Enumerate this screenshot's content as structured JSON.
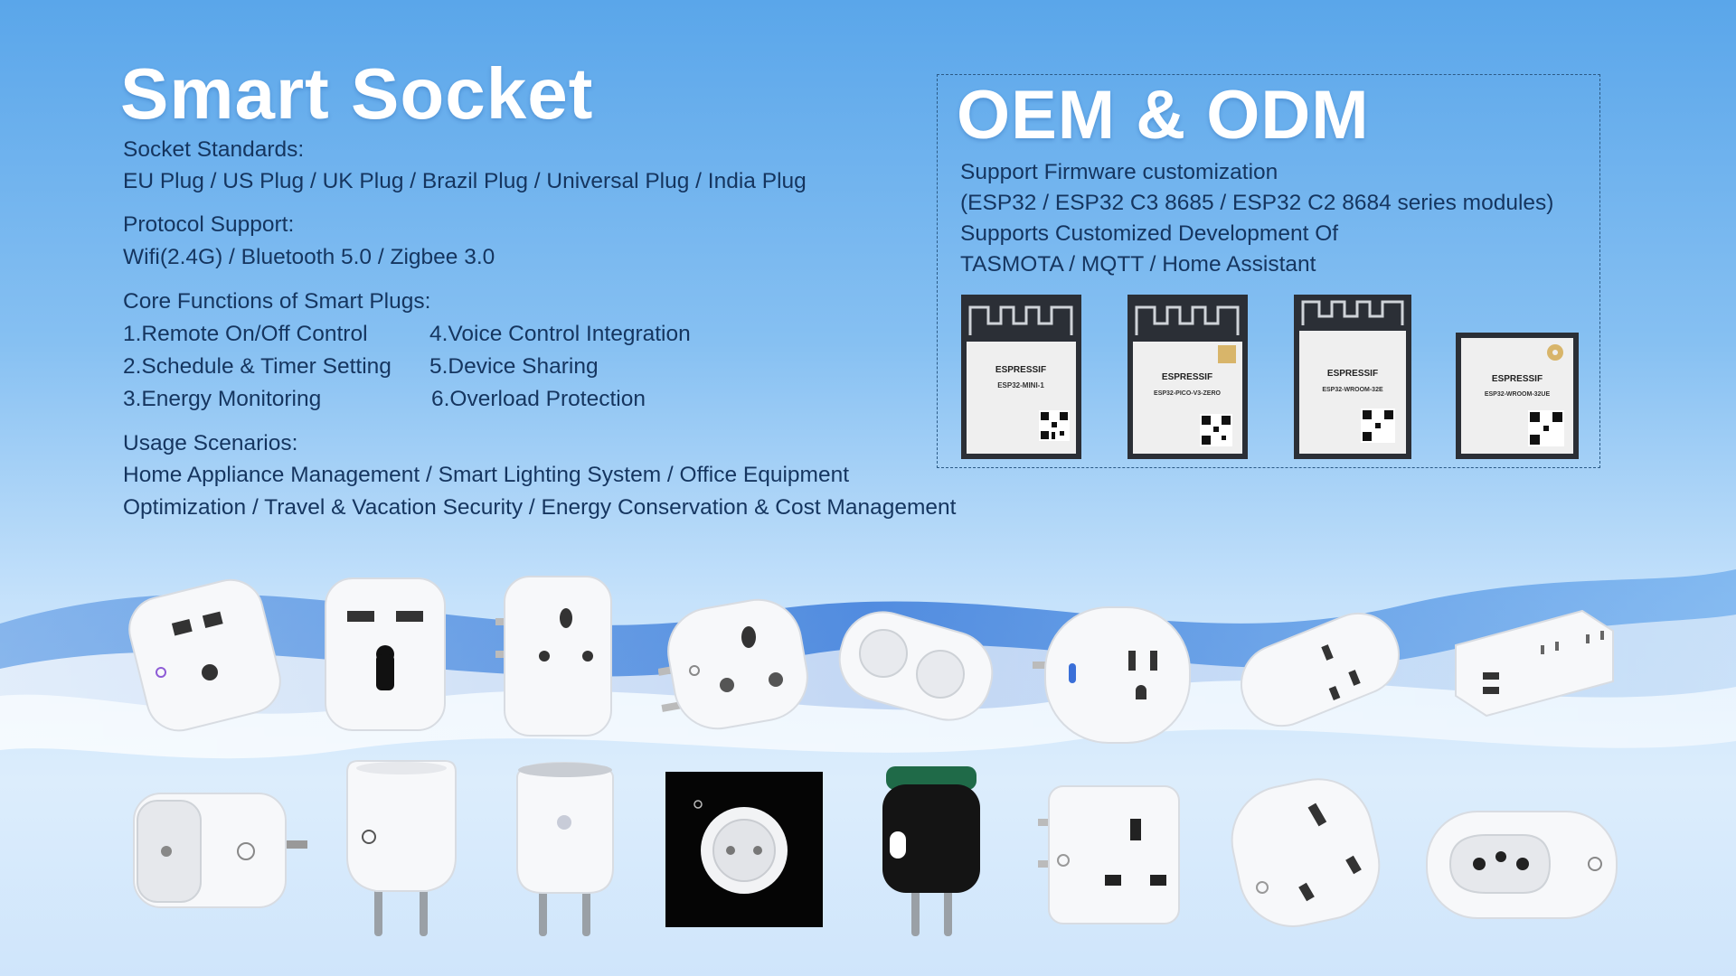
{
  "left": {
    "title": "Smart Socket",
    "standards_heading": "Socket Standards:",
    "standards_value": "EU Plug / US Plug / UK Plug / Brazil Plug / Universal Plug / India Plug",
    "protocol_heading": "Protocol Support:",
    "protocol_value": "Wifi(2.4G) / Bluetooth 5.0 / Zigbee 3.0",
    "core_heading": "Core Functions of Smart Plugs:",
    "functions": [
      "1.Remote On/Off Control",
      "2.Schedule & Timer Setting",
      "3.Energy Monitoring",
      "4.Voice Control Integration",
      "5.Device Sharing",
      "6.Overload Protection"
    ],
    "usage_heading": "Usage Scenarios:",
    "usage_lines": [
      "Home Appliance Management / Smart Lighting System / Office Equipment",
      "Optimization / Travel & Vacation Security / Energy Conservation & Cost Management"
    ]
  },
  "oem": {
    "title": "OEM & ODM",
    "lines": [
      "Support Firmware customization",
      "(ESP32 / ESP32 C3 8685 / ESP32 C2 8684 series modules)",
      "Supports Customized Development Of",
      "TASMOTA / MQTT / Home Assistant"
    ],
    "modules": [
      {
        "brand": "ESPRESSIF",
        "model": "ESP32-MINI-1"
      },
      {
        "brand": "ESPRESSIF",
        "model": "ESP32-PICO-V3-ZERO"
      },
      {
        "brand": "ESPRESSIF",
        "model": "ESP32-WROOM-32E"
      },
      {
        "brand": "ESPRESSIF",
        "model": "ESP32-WROOM-32UE"
      }
    ]
  },
  "colors": {
    "heading_white": "#ffffff",
    "body_text": "#15355f",
    "chip_dark": "#2b2f36",
    "chip_label": "#f2f2f2"
  }
}
